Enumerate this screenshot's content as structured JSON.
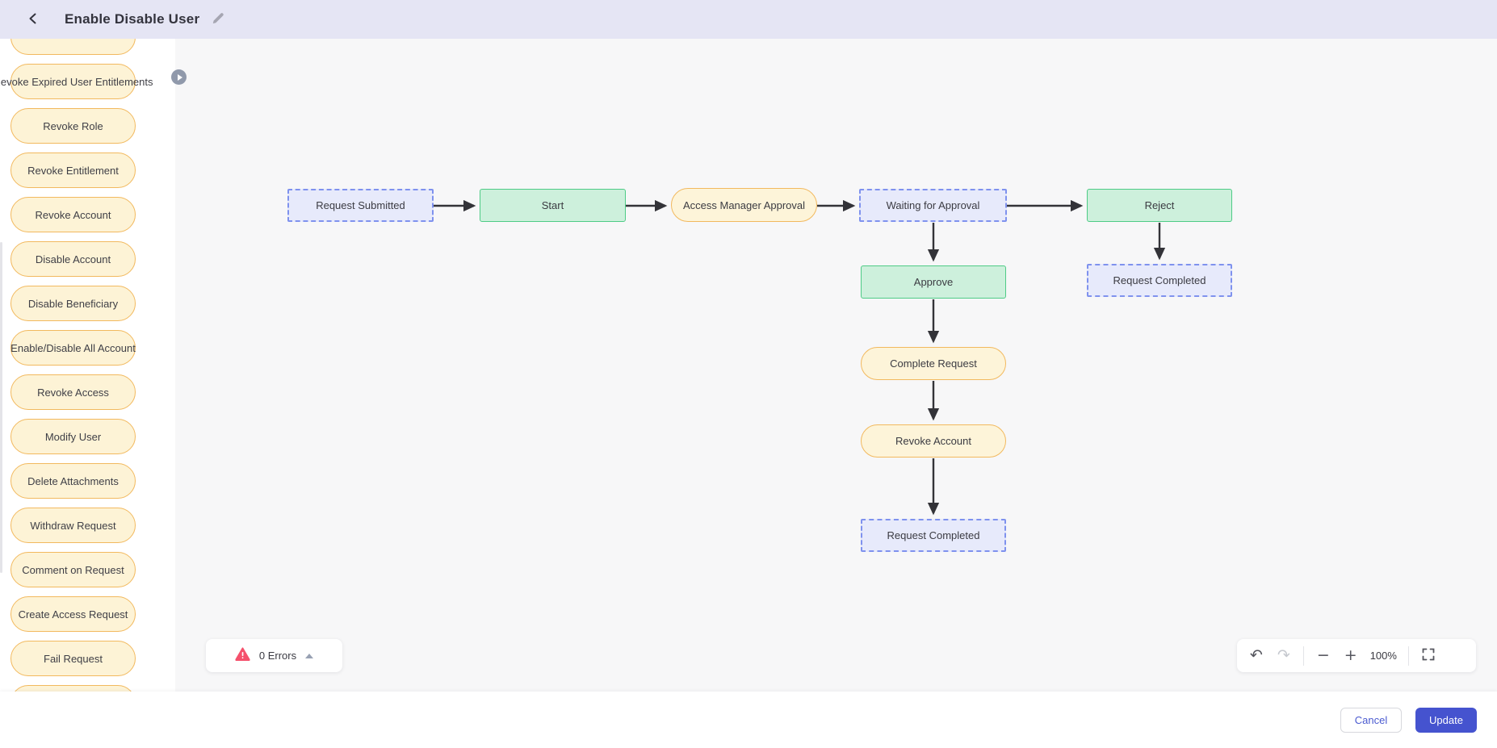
{
  "header": {
    "title": "Enable Disable User"
  },
  "sidebar": {
    "items": [
      "Revoke Expired User Entitlements",
      "Revoke Role",
      "Revoke Entitlement",
      "Revoke Account",
      "Disable Account",
      "Disable Beneficiary",
      "Enable/Disable All Account",
      "Revoke Access",
      "Modify User",
      "Delete Attachments",
      "Withdraw Request",
      "Comment on Request",
      "Create Access Request",
      "Fail Request"
    ]
  },
  "canvas": {
    "nodes": [
      {
        "label": "Request Submitted",
        "type": "event"
      },
      {
        "label": "Start",
        "type": "state"
      },
      {
        "label": "Access Manager Approval",
        "type": "action"
      },
      {
        "label": "Waiting for Approval",
        "type": "event"
      },
      {
        "label": "Reject",
        "type": "state"
      },
      {
        "label": "Request Completed",
        "type": "event"
      },
      {
        "label": "Approve",
        "type": "state"
      },
      {
        "label": "Complete Request",
        "type": "action"
      },
      {
        "label": "Revoke Account",
        "type": "action"
      },
      {
        "label": "Request Completed",
        "type": "event"
      }
    ]
  },
  "status_bar": {
    "errors_label": "0 Errors"
  },
  "zoom_toolbar": {
    "zoom_level": "100%"
  },
  "icons": {
    "undo": "↶",
    "redo": "↷",
    "zoom_out": "−",
    "zoom_in": "+"
  },
  "footer": {
    "cancel_label": "Cancel",
    "update_label": "Update"
  },
  "colors": {
    "accent": "#4553cf",
    "header_bg": "#e5e5f4",
    "event_node_fill": "#e7eafb",
    "event_node_border": "#7f92ee",
    "state_node_fill": "#cdf0dc",
    "state_node_border": "#4ecb86",
    "action_node_fill": "#fdf4d9",
    "action_node_border": "#f2b95e",
    "error_icon": "#f5516c"
  }
}
